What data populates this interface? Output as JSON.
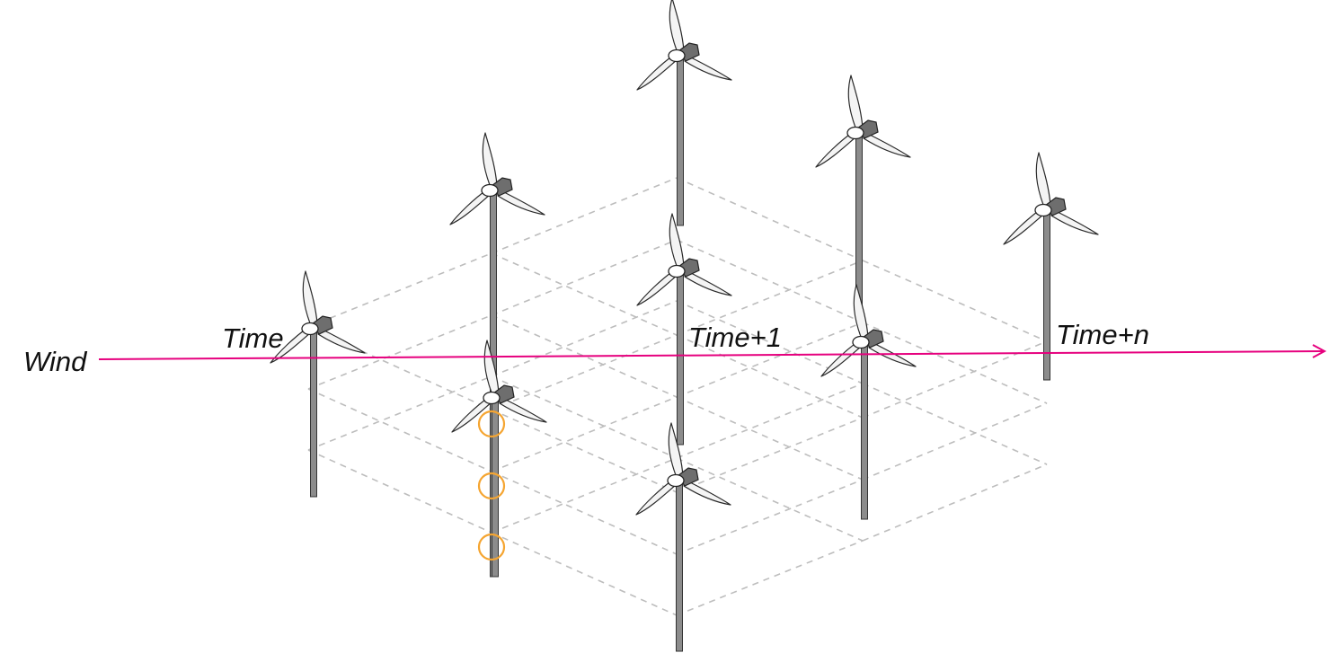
{
  "labels": {
    "wind": "Wind",
    "time_0": "Time",
    "time_1": "Time+1",
    "time_n": "Time+n"
  },
  "colors": {
    "wind_arrow": "#e6007e",
    "sensor_ring": "#f5a531",
    "grid_line": "#bdbdbd"
  },
  "elements": {
    "turbine_count": 9,
    "sensor_ring_count": 3,
    "icon": "wind-turbine-icon"
  }
}
